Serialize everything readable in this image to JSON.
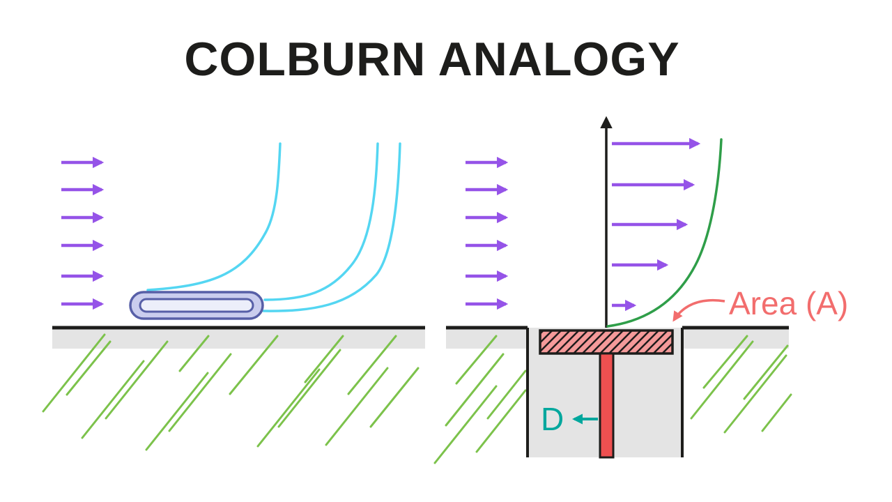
{
  "title": "COLBURN ANALOGY",
  "labels": {
    "area": "Area (A)",
    "diameter": "D"
  },
  "colors": {
    "ink": "#1d1d1b",
    "arrow_purple": "#9553e8",
    "streamline_cyan": "#54d6f2",
    "capsule_fill": "#cacdee",
    "capsule_stroke": "#575fa7",
    "ground_gray": "#e4e4e4",
    "hatch_green": "#7cc24b",
    "profile_green": "#2f9e49",
    "area_red": "#f26d6d",
    "patch_fill": "#f59a9a",
    "stem_red": "#ee5050",
    "teal": "#00a79d"
  }
}
